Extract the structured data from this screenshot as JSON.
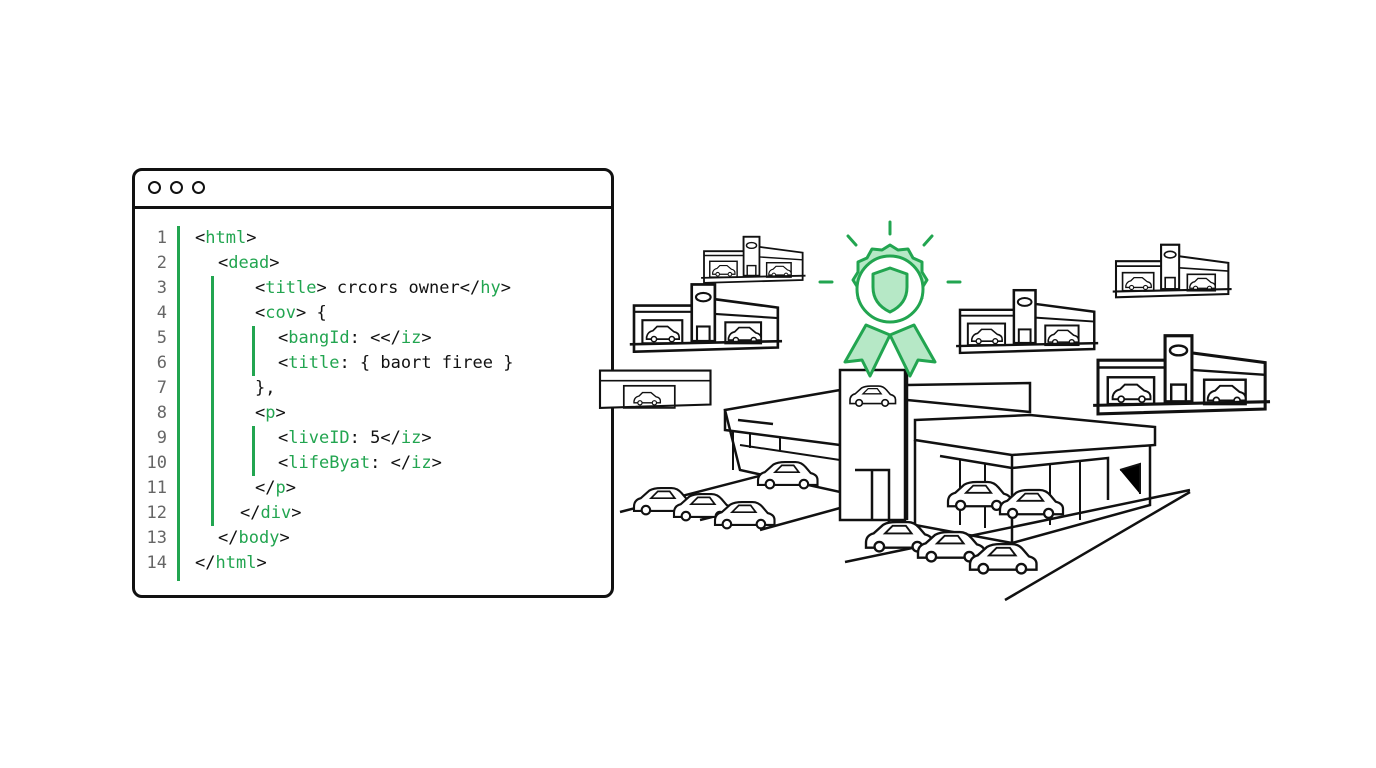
{
  "window": {
    "controls": [
      "dot",
      "dot",
      "dot"
    ]
  },
  "code": {
    "lines": [
      {
        "n": "1",
        "indent": 0,
        "parts": [
          [
            "p",
            "<"
          ],
          [
            "g",
            "html"
          ],
          [
            "p",
            ">"
          ]
        ]
      },
      {
        "n": "2",
        "indent": 1,
        "parts": [
          [
            "p",
            "<"
          ],
          [
            "g",
            "dead"
          ],
          [
            "p",
            ">"
          ]
        ]
      },
      {
        "n": "3",
        "indent": 3,
        "parts": [
          [
            "p",
            "<"
          ],
          [
            "g",
            "title"
          ],
          [
            "p",
            "> crcors owner</"
          ],
          [
            "g",
            "hy"
          ],
          [
            "p",
            ">"
          ]
        ]
      },
      {
        "n": "4",
        "indent": 3,
        "parts": [
          [
            "p",
            "<"
          ],
          [
            "g",
            "cov"
          ],
          [
            "p",
            "> {"
          ]
        ]
      },
      {
        "n": "5",
        "indent": 4,
        "parts": [
          [
            "p",
            "<"
          ],
          [
            "g",
            "bangId"
          ],
          [
            "p",
            ": <</"
          ],
          [
            "g",
            "iz"
          ],
          [
            "p",
            ">"
          ]
        ]
      },
      {
        "n": "6",
        "indent": 4,
        "parts": [
          [
            "p",
            "<"
          ],
          [
            "g",
            "title"
          ],
          [
            "p",
            ": { baort firee }"
          ]
        ]
      },
      {
        "n": "7",
        "indent": 3,
        "parts": [
          [
            "p",
            "},"
          ]
        ]
      },
      {
        "n": "8",
        "indent": 3,
        "parts": [
          [
            "p",
            "<"
          ],
          [
            "g",
            "p"
          ],
          [
            "p",
            ">"
          ]
        ]
      },
      {
        "n": "9",
        "indent": 4,
        "parts": [
          [
            "p",
            "<"
          ],
          [
            "g",
            "liveID"
          ],
          [
            "p",
            ": 5</"
          ],
          [
            "g",
            "iz"
          ],
          [
            "p",
            ">"
          ]
        ]
      },
      {
        "n": "10",
        "indent": 4,
        "parts": [
          [
            "p",
            "<"
          ],
          [
            "g",
            "lifeByat"
          ],
          [
            "p",
            ": </"
          ],
          [
            "g",
            "iz"
          ],
          [
            "p",
            ">"
          ]
        ]
      },
      {
        "n": "11",
        "indent": 3,
        "parts": [
          [
            "p",
            "</"
          ],
          [
            "g",
            "p"
          ],
          [
            "p",
            ">"
          ]
        ]
      },
      {
        "n": "12",
        "indent": 2,
        "parts": [
          [
            "p",
            "</"
          ],
          [
            "g",
            "div"
          ],
          [
            "p",
            ">"
          ]
        ]
      },
      {
        "n": "13",
        "indent": 1,
        "parts": [
          [
            "p",
            "</"
          ],
          [
            "g",
            "body"
          ],
          [
            "p",
            ">"
          ]
        ]
      },
      {
        "n": "14",
        "indent": 0,
        "parts": [
          [
            "p",
            "</"
          ],
          [
            "g",
            "html"
          ],
          [
            "p",
            ">"
          ]
        ]
      }
    ]
  },
  "illustration": {
    "badge_icon": "shield-award-ribbon",
    "main_building": "car-dealership",
    "satellite_buildings": 6
  },
  "colors": {
    "accent": "#22a550",
    "accent_fill": "#b6e8c6",
    "ink": "#111111",
    "line_number": "#666666"
  }
}
